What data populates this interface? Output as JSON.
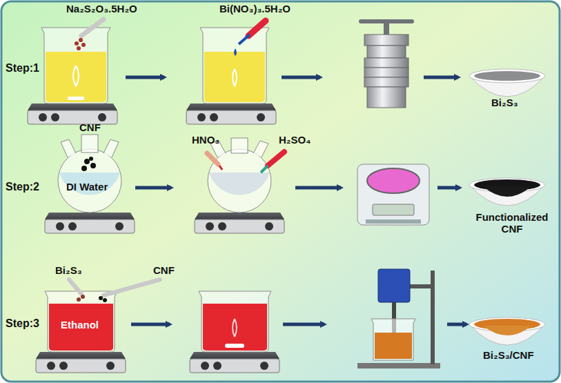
{
  "diagram": {
    "labels": [
      "Na₂S₂O₃.5H₂O",
      "Bi(NO₃)₃.5H₂O",
      "Step:1",
      "Bi₂S₃",
      "CNF",
      "HNO₃",
      "H₂SO₄",
      "Step:2",
      "DI Water",
      "Functionalized CNF",
      "Bi₂S₃",
      "CNF",
      "Step:3",
      "Ethanol",
      "Bi₂S₃/CNF"
    ]
  }
}
